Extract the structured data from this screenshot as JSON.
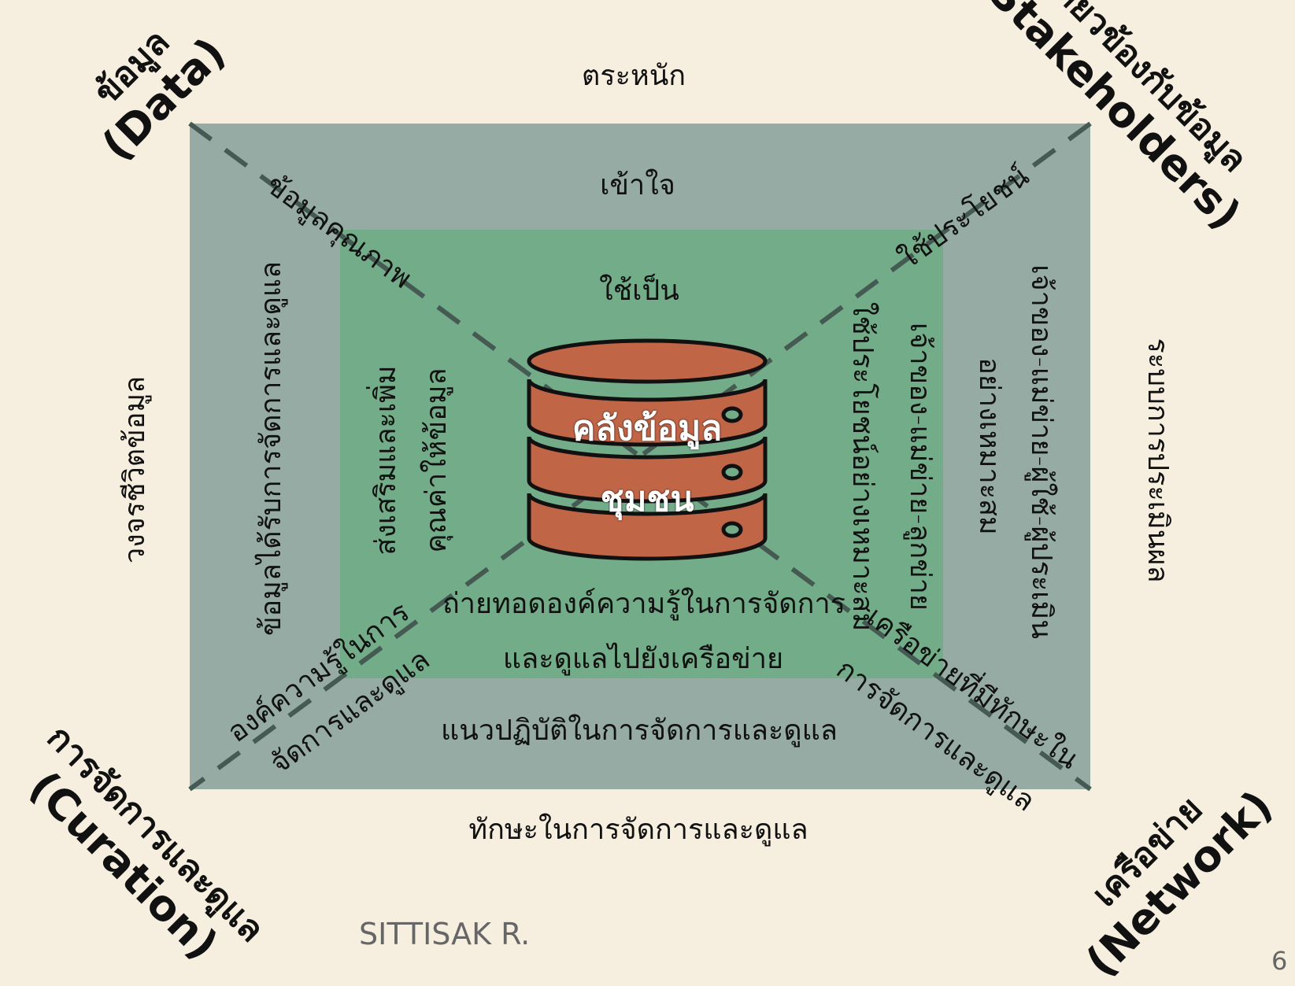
{
  "colors": {
    "background": "#f6efe0",
    "outer_panel": "#95aba3",
    "inner_panel": "#73ac88",
    "database": "#c16547",
    "dashed_lines": "#445a52"
  },
  "corners": {
    "top_left": {
      "thai": "ข้อมูล",
      "english": "(Data)"
    },
    "top_right": {
      "thai": "ผู้เกี่ยวข้องกับข้อมูล",
      "english": "(Stakeholders)"
    },
    "bottom_left": {
      "thai": "การจัดการและดูแล",
      "english": "(Curation)"
    },
    "bottom_right": {
      "thai": "เครือข่าย",
      "english": "(Network)"
    }
  },
  "labels": {
    "top_outer": "ตระหนัก",
    "top_mid": "เข้าใจ",
    "top_inner": "ใช้เป็น",
    "bottom_inner_1": "ถ่ายทอดองค์ความรู้ในการจัดการ",
    "bottom_inner_2": "และดูแลไปยังเครือข่าย",
    "bottom_mid": "แนวปฏิบัติในการจัดการและดูแล",
    "bottom_outer": "ทักษะในการจัดการและดูแล",
    "left_outer": "วงจรชีวิตข้อมูล",
    "left_mid": "ข้อมูลได้รับการจัดการและดูแล",
    "left_inner_1": "ส่งเสริมและเพิ่ม",
    "left_inner_2": "คุณค่าให้ข้อมูล",
    "right_inner_1": "ใช้ประโยชน์อย่างเหมาะสม",
    "right_inner_2": "เจ้าของ-แม่ข่าย-ลูกข่าย",
    "right_mid_1": "เจ้าของ-แม่ข่าย-ผู้ใช้-ผู้ประเมิน",
    "right_mid_2": "อย่างเหมาะสม",
    "right_outer": "ระบบการประเมินผล",
    "diag_tl": "ข้อมูลคุณภาพ",
    "diag_tr": "ใช้ประโยชน์",
    "diag_bl_1": "องค์ความรู้ในการ",
    "diag_bl_2": "จัดการและดูแล",
    "diag_br_1": "เครือข่ายที่มีทักษะใน",
    "diag_br_2": "การจัดการและดูแล"
  },
  "database": {
    "line1": "คลังข้อมูล",
    "line2": "ชุมชน"
  },
  "footer": {
    "author": "SITTISAK R.",
    "page": "6"
  }
}
